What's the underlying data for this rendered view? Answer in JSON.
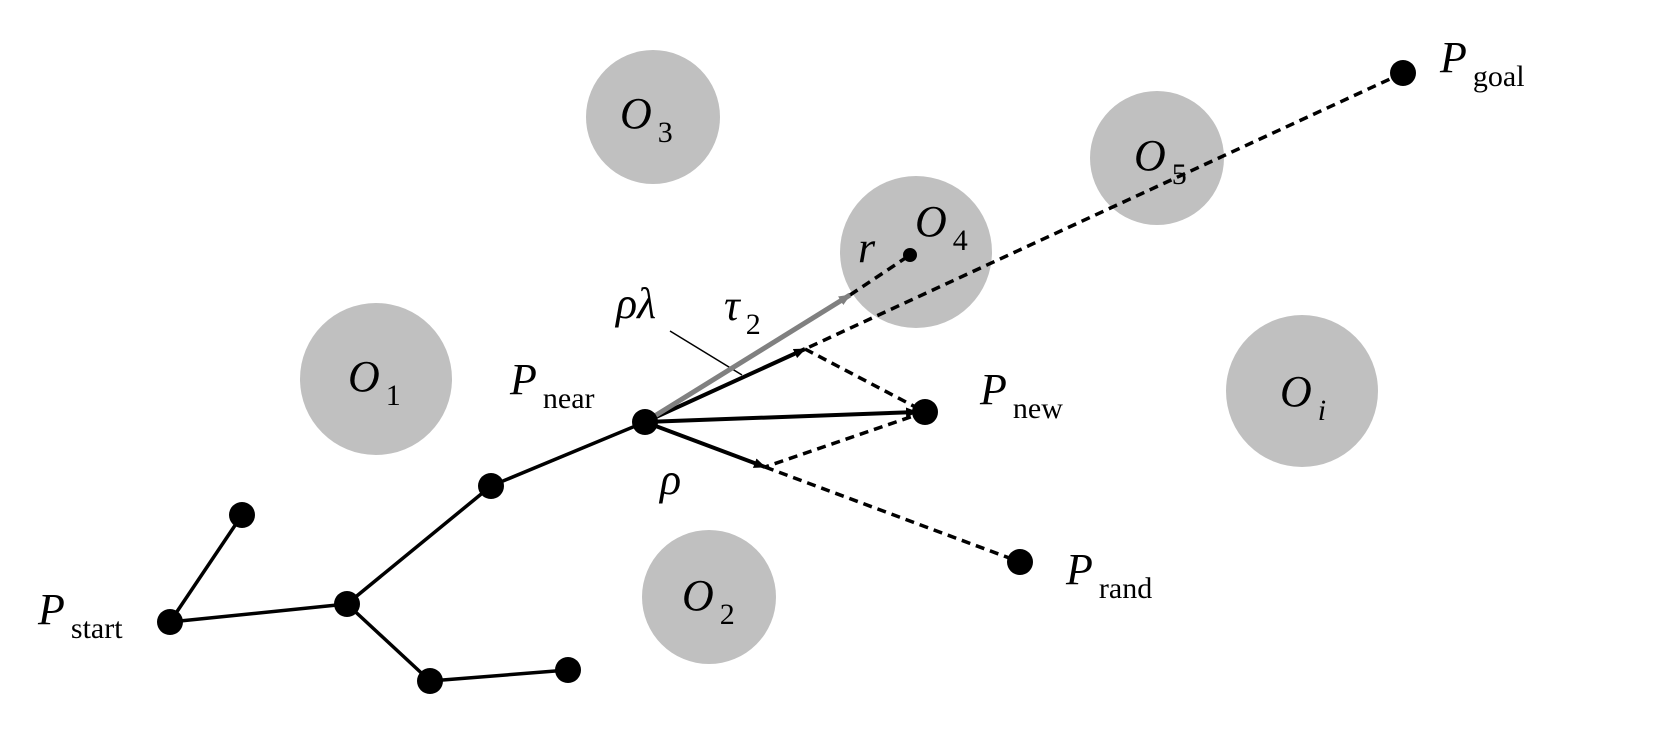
{
  "colors": {
    "obstacle": "#c0c0c0",
    "tree": "#000000",
    "gray_arrow": "#808080"
  },
  "obstacles": [
    {
      "main": "O",
      "sub": "1"
    },
    {
      "main": "O",
      "sub": "2"
    },
    {
      "main": "O",
      "sub": "3"
    },
    {
      "main": "O",
      "sub": "4"
    },
    {
      "main": "O",
      "sub": "5"
    },
    {
      "main": "O",
      "sub": "i"
    }
  ],
  "points": {
    "start": {
      "main": "P",
      "sub": "start"
    },
    "near": {
      "main": "P",
      "sub": "near"
    },
    "new": {
      "main": "P",
      "sub": "new"
    },
    "rand": {
      "main": "P",
      "sub": "rand"
    },
    "goal": {
      "main": "P",
      "sub": "goal"
    }
  },
  "symbols": {
    "r": "r",
    "rho_lambda": "ρλ",
    "tau": "τ",
    "tau_sub": "2",
    "rho": "ρ"
  }
}
